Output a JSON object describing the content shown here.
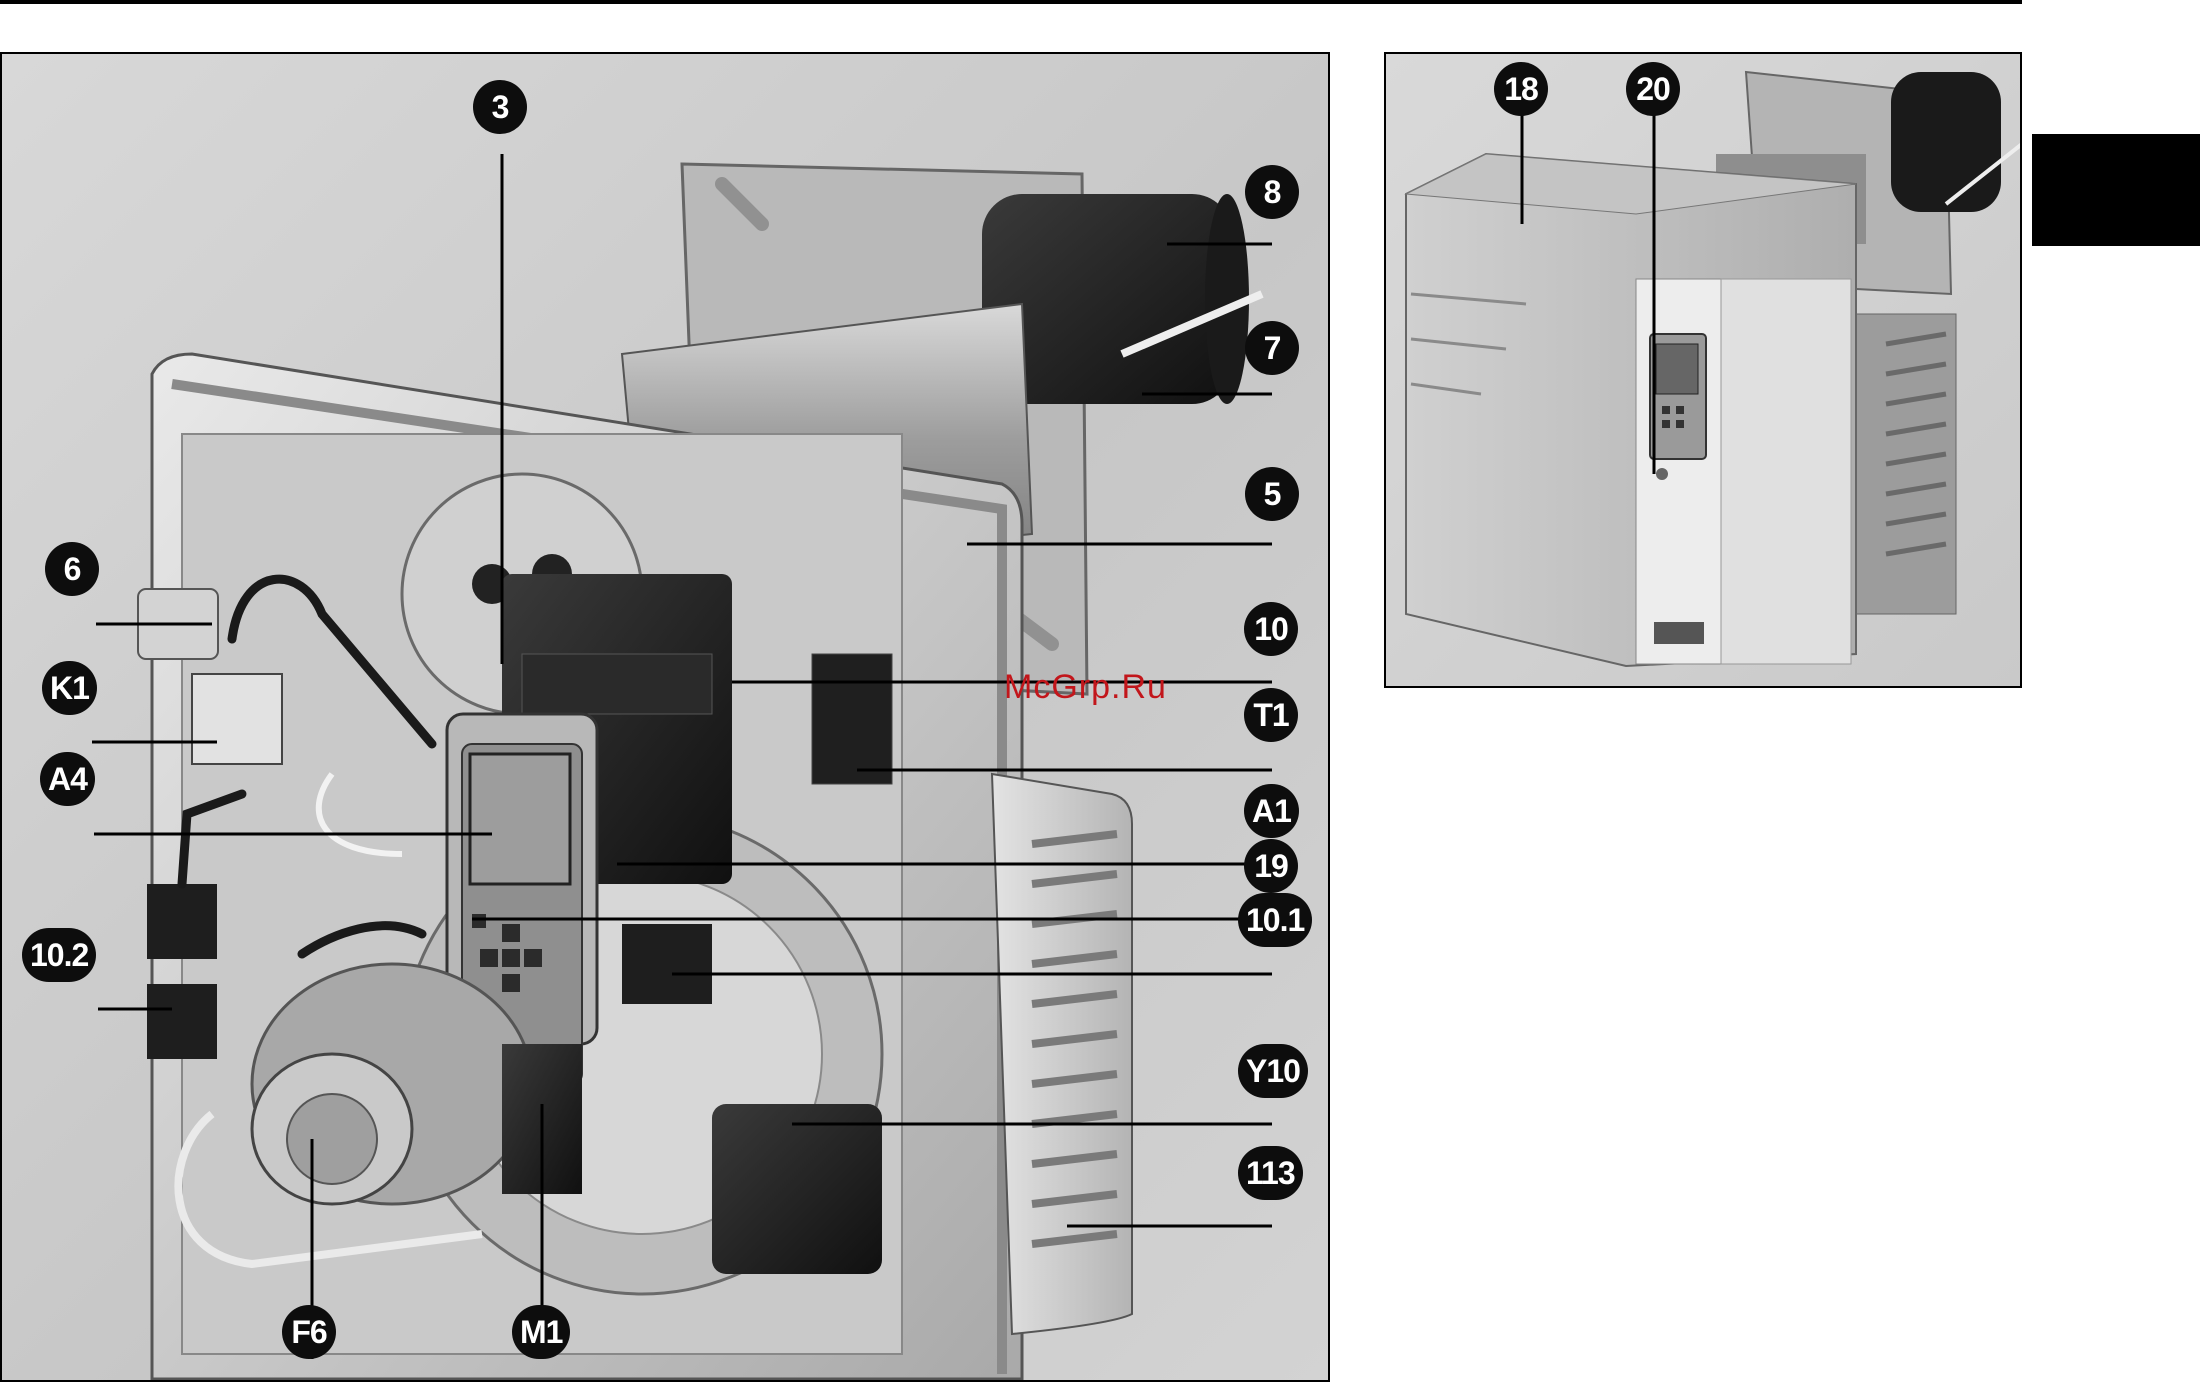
{
  "watermark": "McGrp.Ru",
  "callouts": {
    "c3": "3",
    "c8": "8",
    "c7": "7",
    "c5": "5",
    "c6": "6",
    "c10": "10",
    "cK1": "K1",
    "cT1": "T1",
    "cA4": "A4",
    "cA1": "A1",
    "c19": "19",
    "c10_1": "10.1",
    "c10_2": "10.2",
    "cY10": "Y10",
    "c113": "113",
    "cF6": "F6",
    "cM1": "M1",
    "c18": "18",
    "c20": "20"
  },
  "colors": {
    "callout_bg": "#0d0d0d",
    "watermark": "#c2161b"
  }
}
